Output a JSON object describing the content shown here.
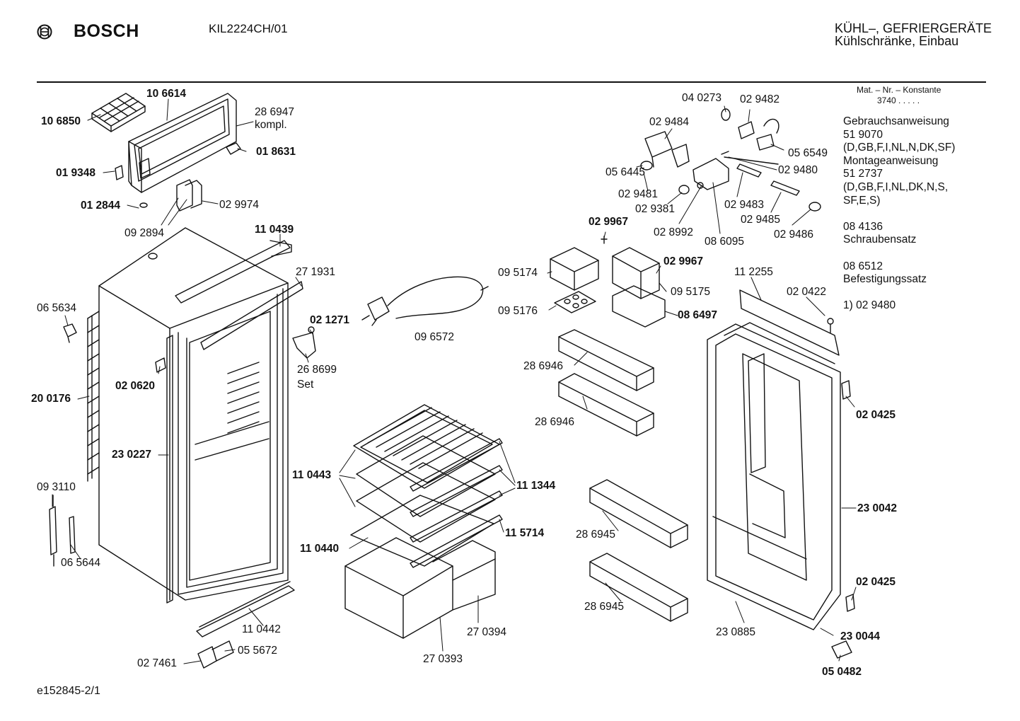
{
  "header": {
    "brand": "BOSCH",
    "model": "KIL2224CH/01",
    "category_line1": "KÜHL–, GEFRIERGERÄTE",
    "category_line2": "Kühlschränke, Einbau"
  },
  "info": {
    "mat_header": "Mat. – Nr. – Konstante",
    "mat_constant": "3740 .  .  .  .  .",
    "lines": [
      "Gebrauchsanweisung",
      "51 9070",
      "(D,GB,F,I,NL,N,DK,SF)",
      "Montageanweisung",
      "51 2737",
      "(D,GB,F,I,NL,DK,N,S,",
      "SF,E,S)",
      "",
      "08 4136",
      "Schraubensatz",
      "",
      "08 6512",
      "Befestigungssatz",
      "",
      "1)  02 9480"
    ]
  },
  "labels": [
    {
      "t": "10 6614",
      "b": true
    },
    {
      "t": "10 6850",
      "b": true
    },
    {
      "t": "28 6947",
      "b": false
    },
    {
      "t": "kompl.",
      "b": false
    },
    {
      "t": "01 8631",
      "b": true
    },
    {
      "t": "01 9348",
      "b": true
    },
    {
      "t": "01 2844",
      "b": true
    },
    {
      "t": "02 9974",
      "b": false
    },
    {
      "t": "09 2894",
      "b": false
    },
    {
      "t": "11 0439",
      "b": true
    },
    {
      "t": "27 1931",
      "b": false
    },
    {
      "t": "06 5634",
      "b": false
    },
    {
      "t": "02 0620",
      "b": true
    },
    {
      "t": "20 0176",
      "b": true
    },
    {
      "t": "23 0227",
      "b": true
    },
    {
      "t": "09 3110",
      "b": false
    },
    {
      "t": "06 5644",
      "b": false
    },
    {
      "t": "11 0442",
      "b": false
    },
    {
      "t": "05 5672",
      "b": false
    },
    {
      "t": "02 7461",
      "b": false
    },
    {
      "t": "02 1271",
      "b": true
    },
    {
      "t": "26 8699",
      "b": false
    },
    {
      "t": "Set",
      "b": false
    },
    {
      "t": "09 6572",
      "b": false
    },
    {
      "t": "11 0443",
      "b": true
    },
    {
      "t": "11 1344",
      "b": true
    },
    {
      "t": "11 5714",
      "b": true
    },
    {
      "t": "11 0440",
      "b": true
    },
    {
      "t": "27 0394",
      "b": false
    },
    {
      "t": "27 0393",
      "b": false
    },
    {
      "t": "04 0273",
      "b": false
    },
    {
      "t": "02 9482",
      "b": false
    },
    {
      "t": "02 9484",
      "b": false
    },
    {
      "t": "05 6549",
      "b": false
    },
    {
      "t": "05 6445",
      "b": false
    },
    {
      "t": "02 9480",
      "b": false
    },
    {
      "t": "02 9481",
      "b": false
    },
    {
      "t": "02 9381",
      "b": false
    },
    {
      "t": "02 9483",
      "b": false
    },
    {
      "t": "02 9485",
      "b": false
    },
    {
      "t": "02 9486",
      "b": false
    },
    {
      "t": "02 8992",
      "b": false
    },
    {
      "t": "08 6095",
      "b": false
    },
    {
      "t": "02 9967",
      "b": true
    },
    {
      "t": "02 9967",
      "b": true
    },
    {
      "t": "09 5174",
      "b": false
    },
    {
      "t": "09 5175",
      "b": false
    },
    {
      "t": "09 5176",
      "b": false
    },
    {
      "t": "08 6497",
      "b": true
    },
    {
      "t": "28 6946",
      "b": false
    },
    {
      "t": "28 6946",
      "b": false
    },
    {
      "t": "11 2255",
      "b": false
    },
    {
      "t": "02 0422",
      "b": false
    },
    {
      "t": "02 0425",
      "b": true
    },
    {
      "t": "23 0042",
      "b": true
    },
    {
      "t": "02 0425",
      "b": true
    },
    {
      "t": "28 6945",
      "b": false
    },
    {
      "t": "28 6945",
      "b": false
    },
    {
      "t": "23 0885",
      "b": false
    },
    {
      "t": "23 0044",
      "b": true
    },
    {
      "t": "05 0482",
      "b": true
    }
  ],
  "footer": {
    "code": "e152845-2/1"
  },
  "icons": {
    "logo": "bosch-armature-logo"
  }
}
